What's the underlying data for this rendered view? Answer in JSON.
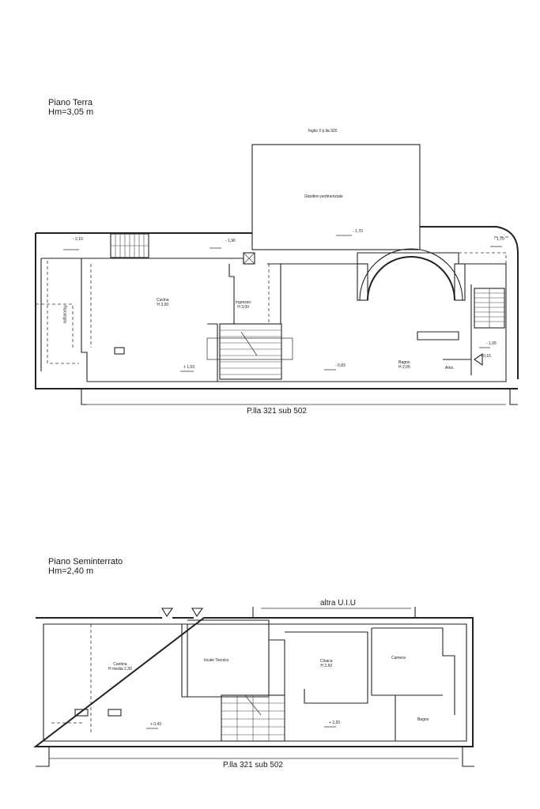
{
  "ground_floor": {
    "title_line1": "Piano Terra",
    "title_line2": "Hm=3,05 m",
    "sheet_ref": "foglio 2 p.lla 320",
    "parcel_label": "P.lla 321 sub 502",
    "rooms": [
      {
        "id": "giardino",
        "name": "Giardino pertinenziale"
      },
      {
        "id": "cucina",
        "name": "Cucina",
        "height": "H 3,00"
      },
      {
        "id": "ingresso",
        "name": "Ingresso",
        "height": "H 3,00"
      },
      {
        "id": "bagno",
        "name": "Bagno",
        "height": "H 2,05"
      },
      {
        "id": "ripostiglio",
        "name": "Ripostiglio"
      },
      {
        "id": "atrio",
        "name": "Atrio"
      }
    ],
    "elevations": [
      "- 2,10",
      "- 1,90",
      "- 1,70",
      "- 1,70",
      "- 1,65",
      "+ 1,03",
      "- 0,83",
      "- 0,15"
    ]
  },
  "basement": {
    "title_line1": "Piano Seminterrato",
    "title_line2": "Hm=2,40 m",
    "neighbor_label": "altra U.I.U",
    "parcel_label": "P.lla 321 sub 502",
    "rooms": [
      {
        "id": "cantina",
        "name": "Cantina",
        "height": "H media 2,30"
      },
      {
        "id": "locale-tecnico",
        "name": "locale Tecnico"
      },
      {
        "id": "cloaca",
        "name": "Cloaca",
        "height": "H 2,50"
      },
      {
        "id": "camera",
        "name": "Camera"
      },
      {
        "id": "bagno",
        "name": "Bagno"
      }
    ],
    "elevations": [
      "+ 0,43",
      "+ 2,20"
    ]
  }
}
